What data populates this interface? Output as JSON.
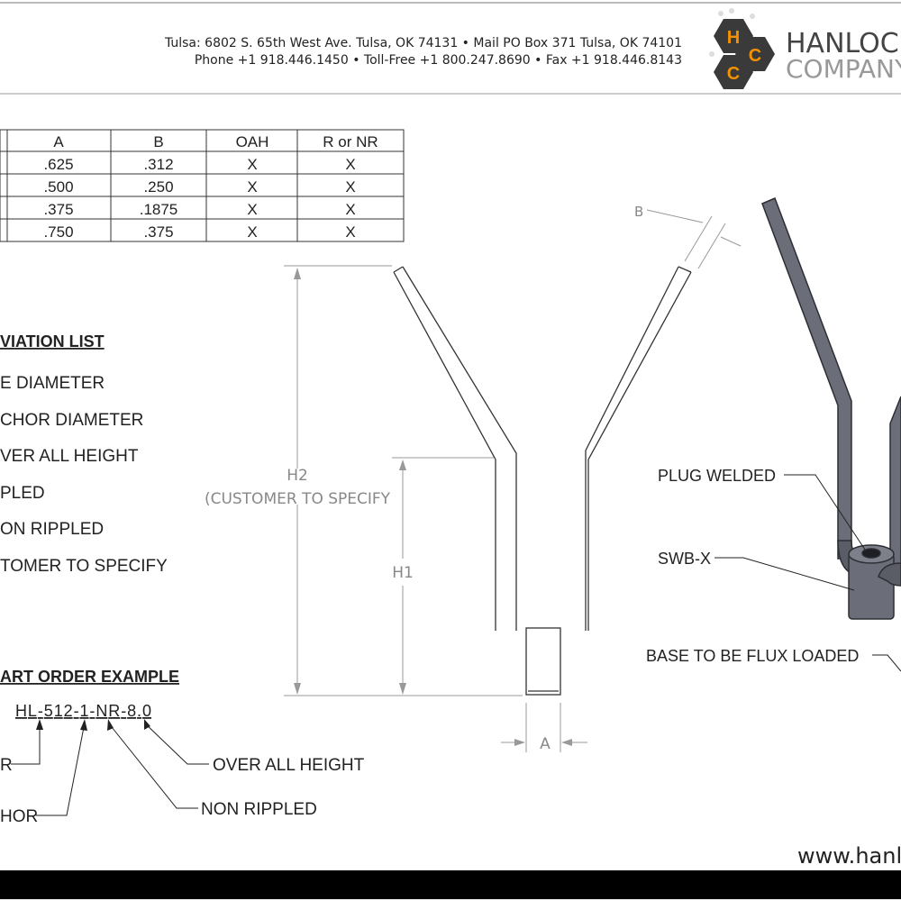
{
  "header": {
    "address_line1": "Tulsa: 6802 S. 65th West Ave. Tulsa, OK 74131 • Mail PO Box 371 Tulsa, OK 74101",
    "address_line2": "Phone +1 918.446.1450 • Toll-Free +1 800.247.8690 • Fax +1 918.446.8143",
    "logo_letters": [
      "H",
      "C",
      "C"
    ],
    "company_line1": "HANLOCK-C",
    "company_line2": "COMPANY"
  },
  "table": {
    "headers": [
      "A",
      "B",
      "OAH",
      "R or NR"
    ],
    "rows": [
      [
        ".625",
        ".312",
        "X",
        "X"
      ],
      [
        ".500",
        ".250",
        "X",
        "X"
      ],
      [
        ".375",
        ".1875",
        "X",
        "X"
      ],
      [
        ".750",
        ".375",
        "X",
        "X"
      ]
    ]
  },
  "abbreviation": {
    "title": "VIATION LIST",
    "items": [
      "E DIAMETER",
      "CHOR DIAMETER",
      "VER ALL HEIGHT",
      "PLED",
      "ON RIPPLED",
      "TOMER TO SPECIFY"
    ]
  },
  "order_example": {
    "title": "ART ORDER EXAMPLE",
    "part_number": "HL-512-1-NR-8.0",
    "callouts": [
      "R",
      "HOR",
      "OVER ALL HEIGHT",
      "NON RIPPLED"
    ]
  },
  "drawing": {
    "dim_b": "B",
    "dim_h2": "H2",
    "dim_h2_note": "(CUSTOMER TO SPECIFY",
    "dim_h1": "H1",
    "dim_a": "A",
    "label_plug": "PLUG WELDED",
    "label_swb": "SWB-X",
    "label_base": "BASE TO BE FLUX LOADED"
  },
  "footer": {
    "website": "www.hanl"
  },
  "colors": {
    "logo_orange": "#f39200",
    "logo_hex": "#3a3a3a",
    "render_gray": "#6b6e78"
  }
}
